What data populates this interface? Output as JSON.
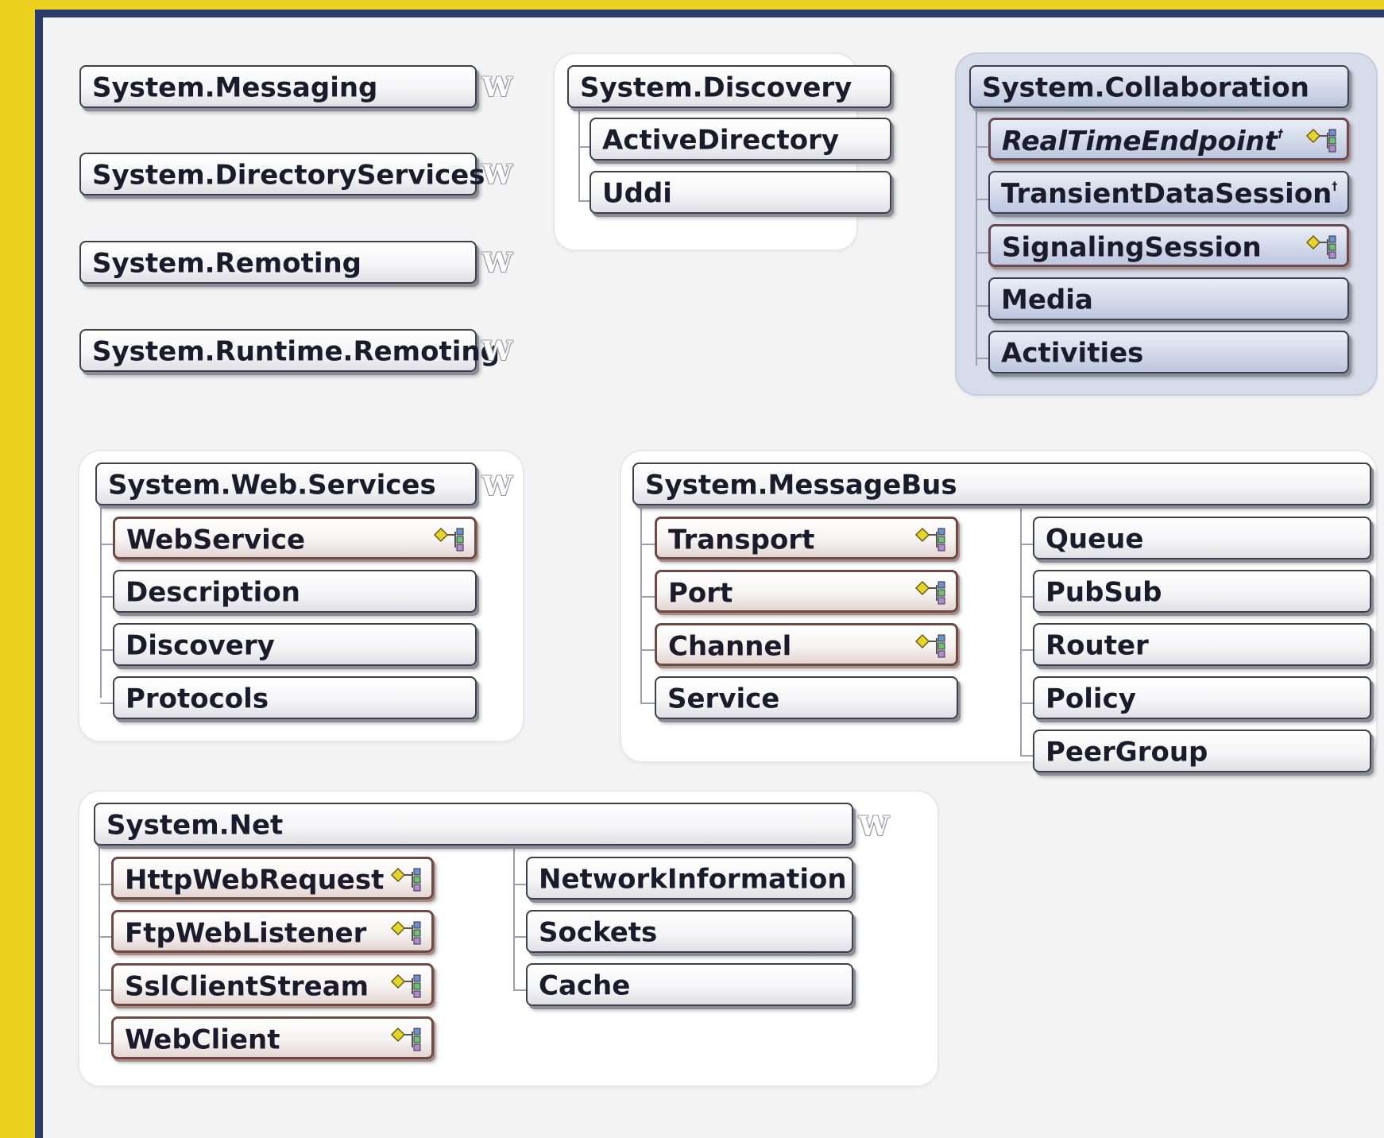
{
  "messaging": {
    "label": "System.Messaging"
  },
  "directory_services": {
    "label": "System.DirectoryServices"
  },
  "remoting": {
    "label": "System.Remoting"
  },
  "runtime_remoting": {
    "label": "System.Runtime.Remoting"
  },
  "w_mark": "W",
  "discovery": {
    "label": "System.Discovery",
    "items": [
      "ActiveDirectory",
      "Uddi"
    ]
  },
  "collaboration": {
    "label": "System.Collaboration",
    "items": [
      "RealTimeEndpoint",
      "TransientDataSession",
      "SignalingSession",
      "Media",
      "Activities"
    ],
    "dagger": "†"
  },
  "web_services": {
    "label": "System.Web.Services",
    "items": [
      "WebService",
      "Description",
      "Discovery",
      "Protocols"
    ]
  },
  "message_bus": {
    "label": "System.MessageBus",
    "left_items": [
      "Transport",
      "Port",
      "Channel",
      "Service"
    ],
    "right_items": [
      "Queue",
      "PubSub",
      "Router",
      "Policy",
      "PeerGroup"
    ]
  },
  "net": {
    "label": "System.Net",
    "left_items": [
      "HttpWebRequest",
      "FtpWebListener",
      "SslClientStream",
      "WebClient"
    ],
    "right_items": [
      "NetworkInformation",
      "Sockets",
      "Cache"
    ]
  },
  "icons": {
    "class_icon": "class-icon",
    "w_mark": "w-mark-icon"
  },
  "colors": {
    "background": "#ecd11f",
    "frame": "#2d3b6b",
    "group_blue": "#d6dce9",
    "type_border": "#6e4a45"
  }
}
